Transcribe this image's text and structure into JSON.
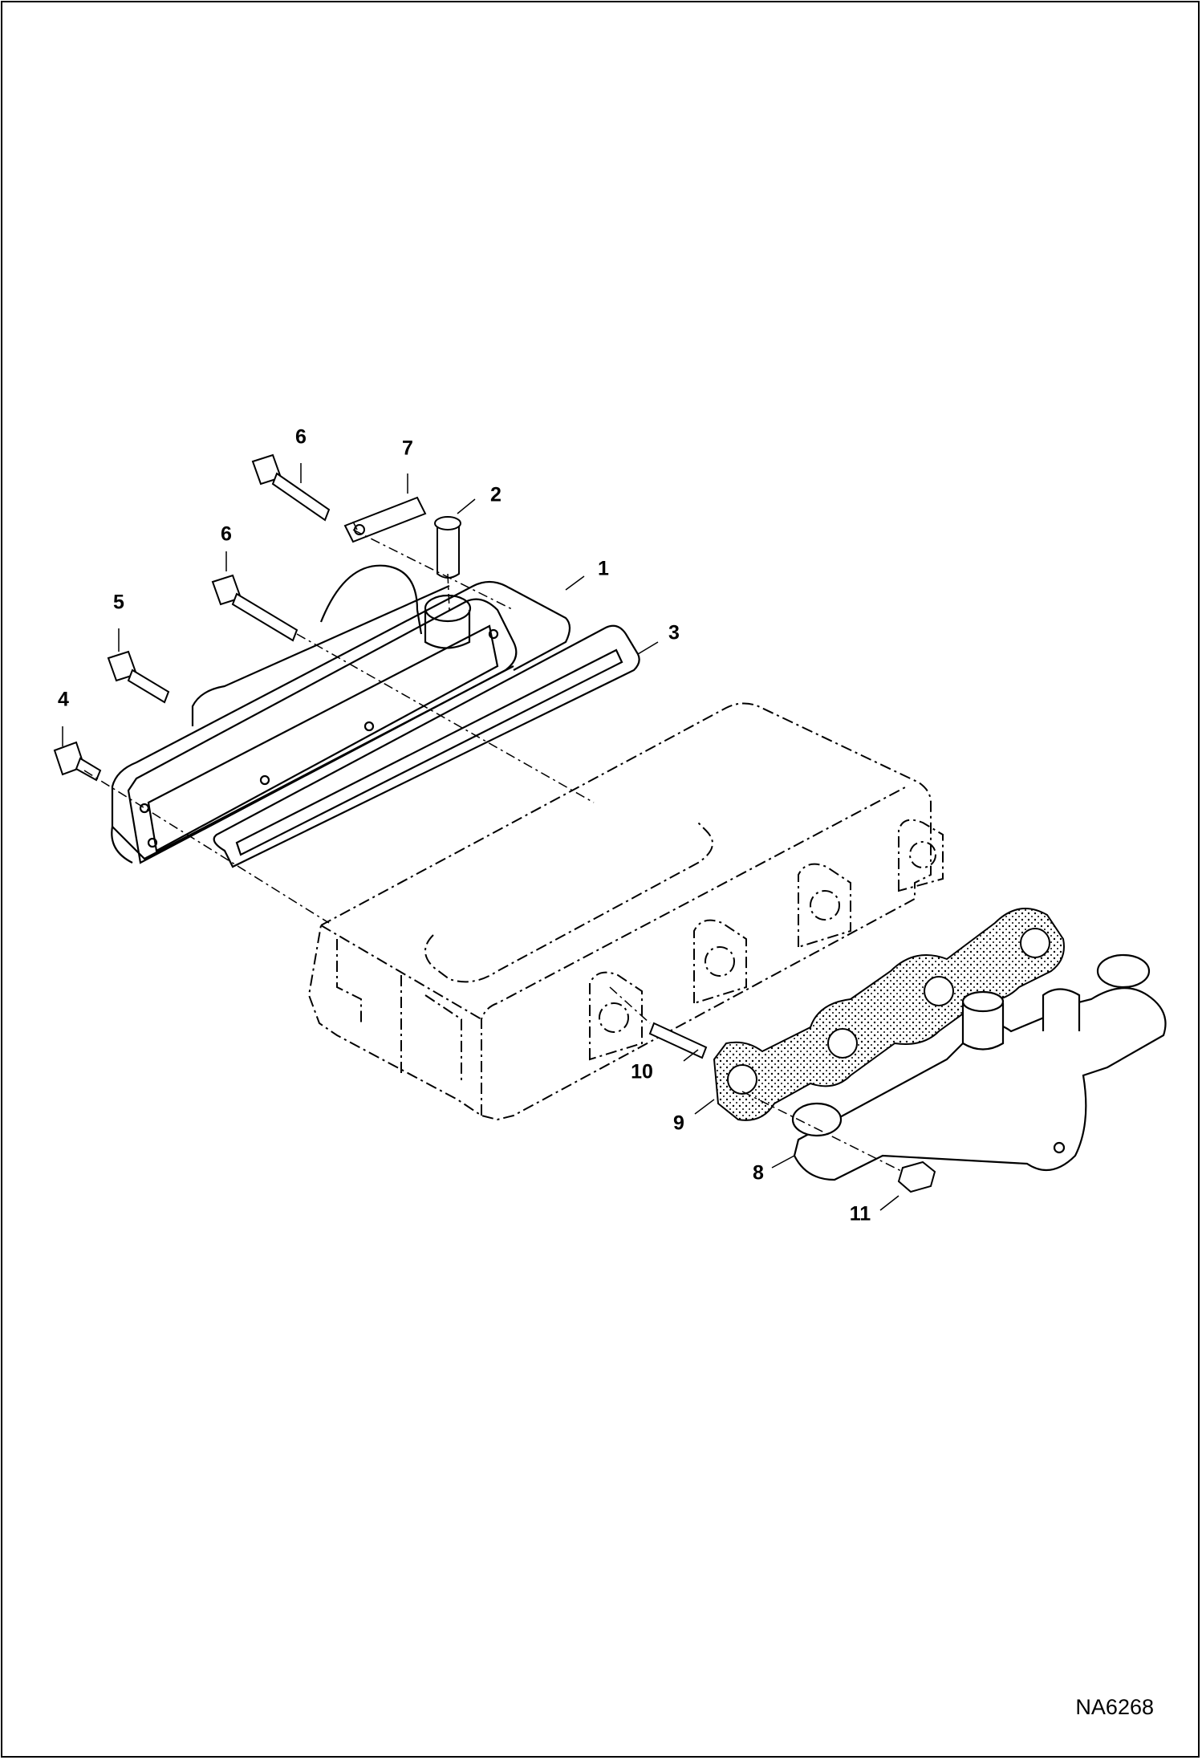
{
  "drawing_id": "NA6268",
  "callouts": [
    {
      "id": "c1",
      "label": "1"
    },
    {
      "id": "c2",
      "label": "2"
    },
    {
      "id": "c3",
      "label": "3"
    },
    {
      "id": "c4",
      "label": "4"
    },
    {
      "id": "c5",
      "label": "5"
    },
    {
      "id": "c6a",
      "label": "6"
    },
    {
      "id": "c6b",
      "label": "6"
    },
    {
      "id": "c7",
      "label": "7"
    },
    {
      "id": "c8",
      "label": "8"
    },
    {
      "id": "c9",
      "label": "9"
    },
    {
      "id": "c10",
      "label": "10"
    },
    {
      "id": "c11",
      "label": "11"
    }
  ]
}
